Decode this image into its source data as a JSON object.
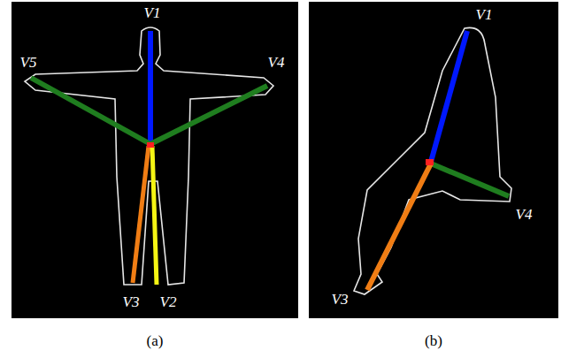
{
  "diagram": {
    "labels": [
      "V1",
      "V5",
      "V4",
      "V3",
      "V2",
      "V1",
      "V4",
      "V3",
      "(a)",
      "(b)"
    ]
  }
}
